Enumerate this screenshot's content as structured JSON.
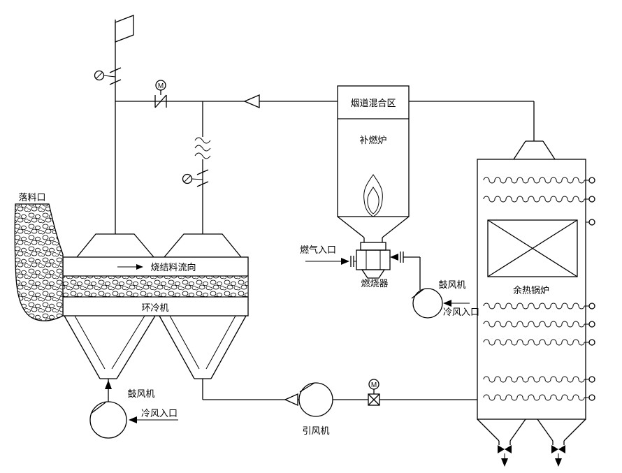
{
  "labels": {
    "drop_inlet": "落料口",
    "sinter_flow_direction": "烧结料流向",
    "ring_cooler": "环冷机",
    "blower_bottom_left": "鼓风机",
    "cold_air_inlet_bottom_left": "冷风入口",
    "induced_draft_fan": "引风机",
    "gas_inlet": "燃气入口",
    "burner": "燃烧器",
    "blower_mid_right": "鼓风机",
    "cold_air_inlet_mid_right": "冷风入口",
    "flue_mixing_zone": "烟道混合区",
    "supplementary_furnace": "补燃炉",
    "waste_heat_boiler": "余热锅炉",
    "motor_valve_top": "M",
    "motor_valve_bottom": "M"
  },
  "colors": {
    "line": "#000000",
    "background": "#ffffff"
  }
}
